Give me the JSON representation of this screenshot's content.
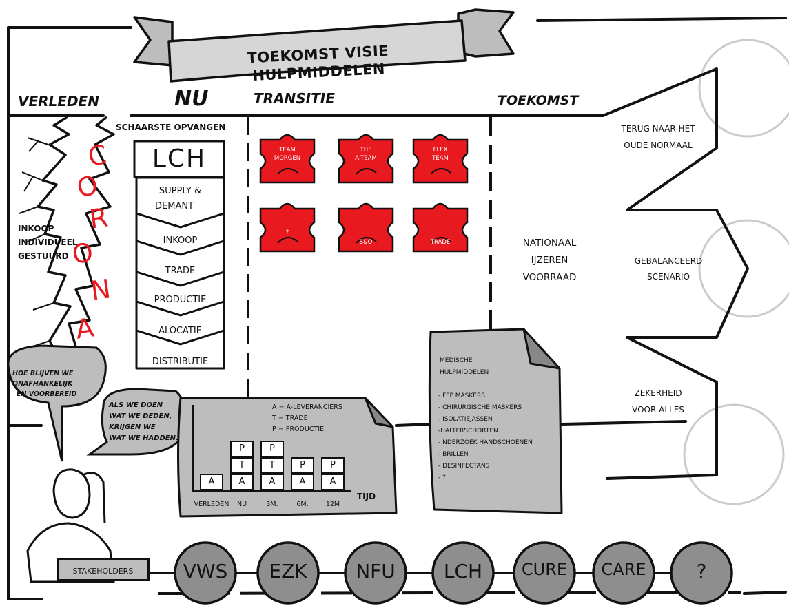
{
  "title": "TOEKOMST VISIE HULPMIDDELEN",
  "phases": {
    "past": "VERLEDEN",
    "now": "NU",
    "transition": "TRANSITIE",
    "future": "TOEKOMST"
  },
  "past": {
    "text": [
      "INKOOP",
      "INDIVIDUEEL",
      "GESTUURD"
    ],
    "corona_letters": [
      "C",
      "O",
      "R",
      "O",
      "N",
      "A"
    ]
  },
  "now": {
    "header": "SCHAARSTE OPVANGEN",
    "lch": "LCH",
    "chain": [
      "SUPPLY &",
      "DEMANT",
      "INKOOP",
      "TRADE",
      "PRODUCTIE",
      "ALOCATIE",
      "DISTRIBUTIE"
    ]
  },
  "puzzles": [
    {
      "label": [
        "TEAM",
        "MORGEN"
      ],
      "icon": "rocket-icon"
    },
    {
      "label": [
        "THE",
        "A-TEAM"
      ],
      "icon": "hand-writing-icon"
    },
    {
      "label": [
        "FLEX",
        "TEAM"
      ],
      "icon": "spring-icon"
    },
    {
      "label": [
        "?"
      ],
      "icon": ""
    },
    {
      "label": [
        "S&O"
      ],
      "icon": "head-question-icon"
    },
    {
      "label": [
        "TRADE"
      ],
      "icon": "cart-icon"
    }
  ],
  "speech": {
    "bubble1": [
      "HOE BLIJVEN WE",
      "ONAFHANKELIJK",
      "EN VOORBEREID"
    ],
    "bubble2": [
      "ALS WE DOEN",
      "WAT WE DEDEN,",
      "KRIJGEN WE",
      "WAT WE HADDEN."
    ]
  },
  "chart_data": {
    "type": "bar",
    "legend": [
      "A = A-LEVERANCIERS",
      "T = TRADE",
      "P = PRODUCTIE"
    ],
    "xlabel": "TIJD",
    "ylabel": "",
    "categories": [
      "VERLEDEN",
      "NU",
      "3M.",
      "6M.",
      "12M"
    ],
    "stacks": [
      [
        "A"
      ],
      [
        "A",
        "T",
        "P"
      ],
      [
        "A",
        "T",
        "P"
      ],
      [
        "A",
        "P"
      ],
      [
        "A",
        "P"
      ]
    ],
    "ylim": [
      0,
      3
    ]
  },
  "document": {
    "title": [
      "MEDISCHE",
      "HULPMIDDELEN"
    ],
    "items": [
      "- FFP MASKERS",
      "- CHIRURGISCHE MASKERS",
      "- ISOLATIEJASSEN",
      "-HALTERSCHORTEN",
      "- NDERZOEK HANDSCHOENEN",
      "- BRILLEN",
      "- DESINFECTANS",
      "- ?"
    ]
  },
  "future": {
    "reserve": [
      "NATIONAAL",
      "IJZEREN",
      "VOORRAAD"
    ],
    "scenarios": [
      [
        "TERUG NAAR HET",
        "OUDE NORMAAL"
      ],
      [
        "GEBALANCEERD",
        "SCENARIO"
      ],
      [
        "ZEKERHEID",
        "VOOR ALLES"
      ]
    ]
  },
  "stakeholders": {
    "label": "STAKEHOLDERS",
    "items": [
      "VWS",
      "EZK",
      "NFU",
      "LCH",
      "CURE",
      "CARE",
      "?"
    ]
  },
  "colors": {
    "red": "#e8191f",
    "grey": "#bdbdbd",
    "circle": "#8e8e8e",
    "ink": "#111111"
  }
}
